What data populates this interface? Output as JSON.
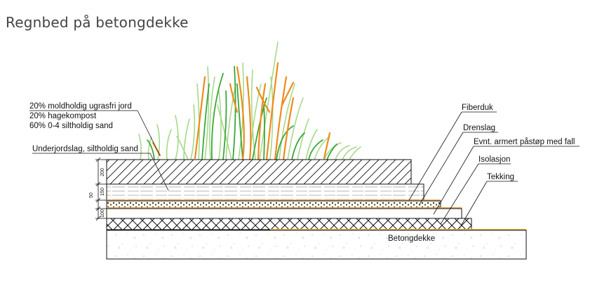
{
  "title": "Regnbed på betongdekke",
  "labels": {
    "soil_line1": "20% moldholdig ugrasfri jord",
    "soil_line2": "20% hagekompost",
    "soil_line3": "60% 0-4 siltholdig sand",
    "subsoil": "Underjordslag, siltholdig sand",
    "fiberduk": "Fiberduk",
    "drenslag": "Drenslag",
    "armert": "Evnt. armert påstøp med fall",
    "isolasjon": "Isolasjon",
    "tekking": "Tekking",
    "betongdekke": "Betongdekke"
  },
  "dimensions": {
    "d1": "200",
    "d2": "150",
    "d3": "50",
    "d4": "100"
  },
  "colors": {
    "grass_light": "#a6d98a",
    "grass_green": "#3aa83a",
    "grass_orange": "#f08a1c",
    "membrane": "#e8b04a",
    "line": "#111111"
  }
}
